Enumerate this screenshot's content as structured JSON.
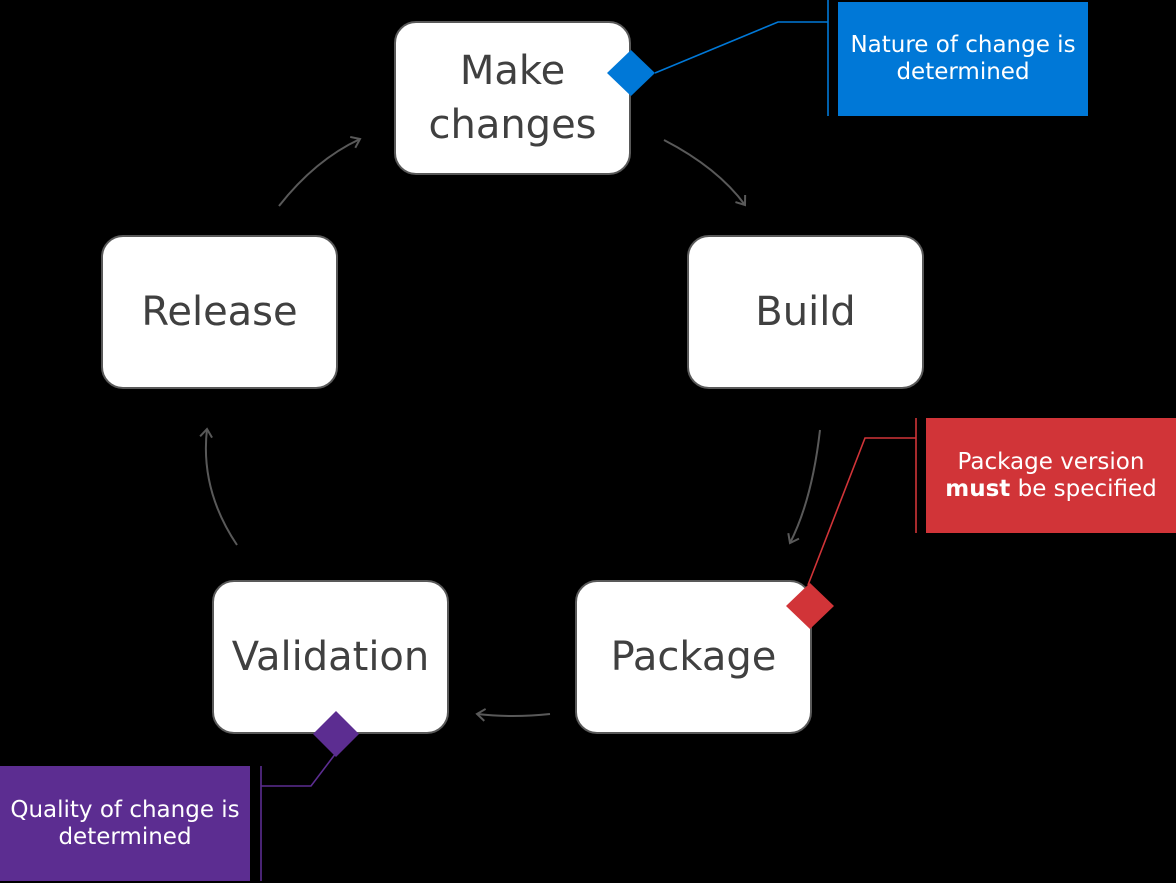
{
  "nodes": {
    "make_changes": "Make changes",
    "build": "Build",
    "package": "Package",
    "validation": "Validation",
    "release": "Release"
  },
  "callouts": {
    "nature": "Nature of change is determined",
    "version_prefix": "Package version",
    "version_emphasis": "must",
    "version_suffix": "be specified",
    "quality": "Quality of change is determined"
  },
  "colors": {
    "background": "#000000",
    "node_fill": "#ffffff",
    "node_border": "#595959",
    "node_text": "#404040",
    "cycle_arrow": "#595959",
    "nature_accent": "#0078d7",
    "version_accent": "#d13438",
    "quality_accent": "#5c2d91"
  }
}
